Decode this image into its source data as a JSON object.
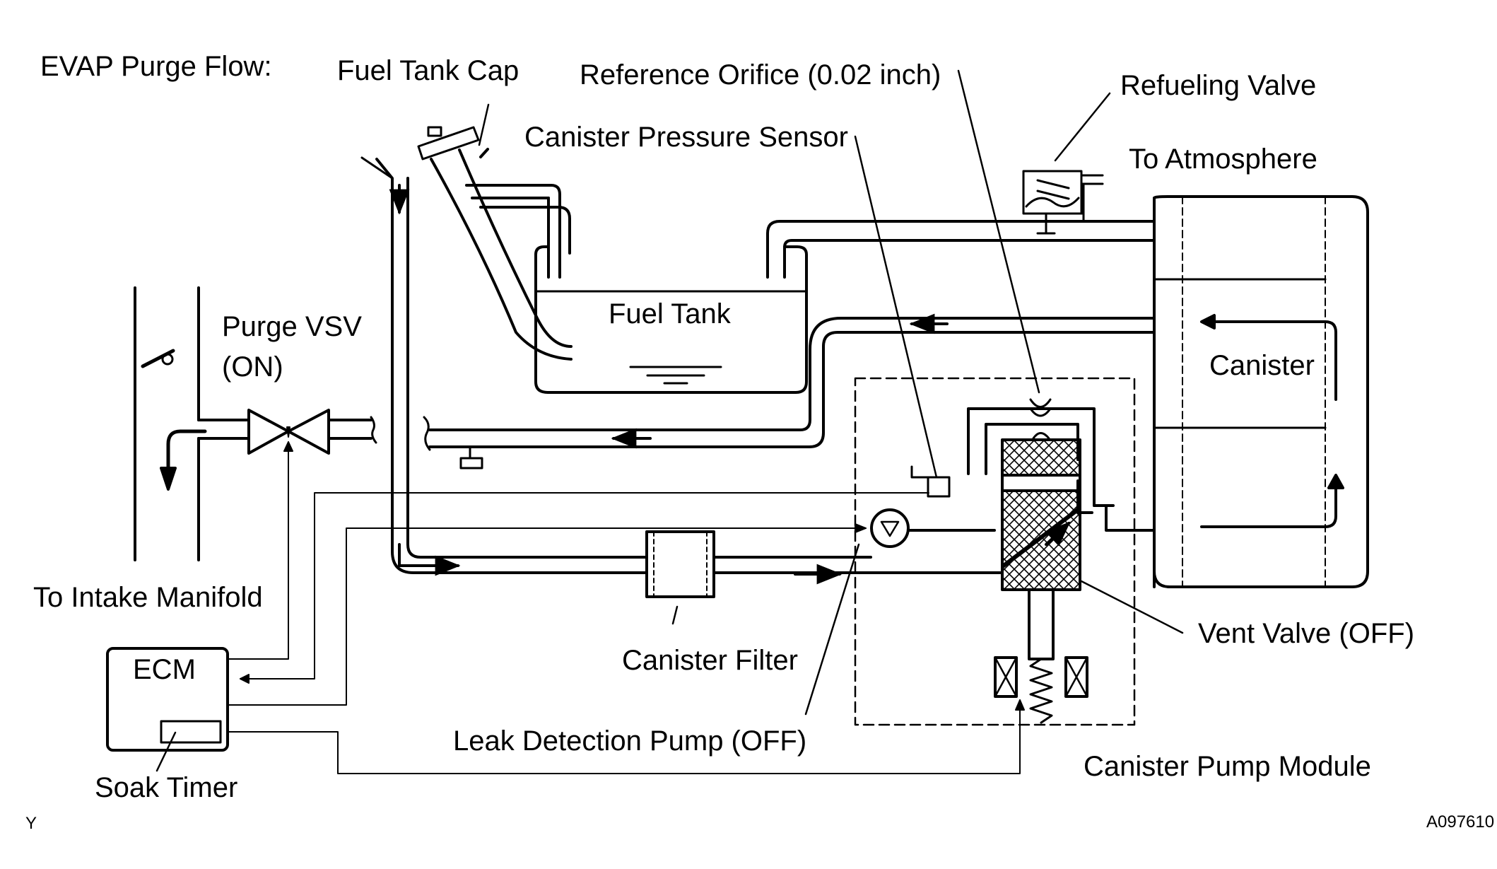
{
  "title": "EVAP Purge Flow:",
  "labels": {
    "fuel_tank_cap": "Fuel Tank Cap",
    "reference_orifice": "Reference Orifice (0.02 inch)",
    "refueling_valve": "Refueling Valve",
    "canister_pressure_sensor": "Canister Pressure Sensor",
    "to_atmosphere": "To Atmosphere",
    "purge_vsv": "Purge VSV",
    "purge_vsv_state": "(ON)",
    "fuel_tank": "Fuel Tank",
    "canister": "Canister",
    "to_intake_manifold": "To Intake Manifold",
    "ecm": "ECM",
    "canister_filter": "Canister Filter",
    "vent_valve": "Vent Valve (OFF)",
    "leak_detection_pump": "Leak Detection Pump (OFF)",
    "canister_pump_module": "Canister Pump Module",
    "soak_timer": "Soak Timer"
  },
  "corner_codes": {
    "left": "Y",
    "right": "A097610"
  },
  "colors": {
    "line": "#000000",
    "background": "#ffffff"
  }
}
